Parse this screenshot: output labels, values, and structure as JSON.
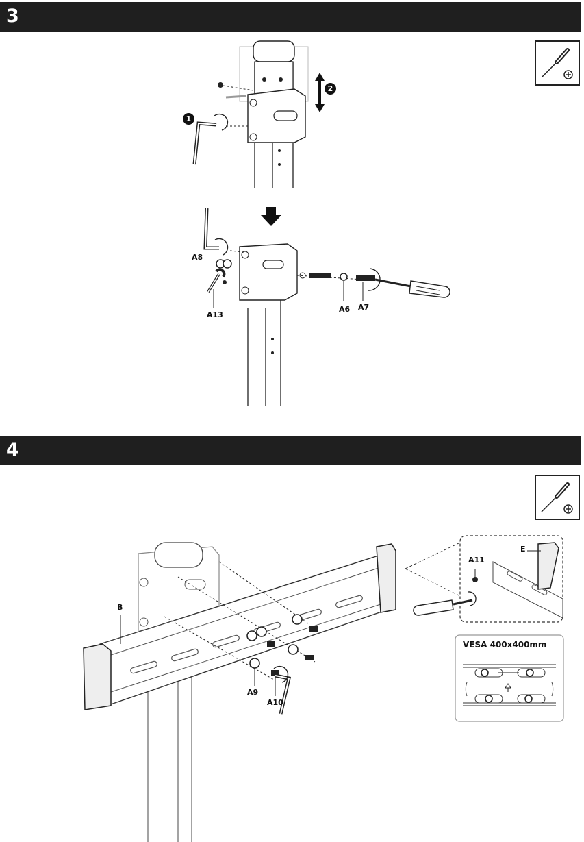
{
  "steps": [
    {
      "number": "3"
    },
    {
      "number": "4"
    }
  ],
  "tool_icon": "phillips-screwdriver-icon",
  "step3": {
    "badge1": "1",
    "badge2": "2",
    "labels": {
      "a8": "A8",
      "a13": "A13",
      "a6": "A6",
      "a7": "A7"
    }
  },
  "step4": {
    "labels": {
      "b": "B",
      "a9": "A9",
      "a10": "A10",
      "a11": "A11",
      "e": "E"
    },
    "vesa_title": "VESA 400x400mm"
  }
}
